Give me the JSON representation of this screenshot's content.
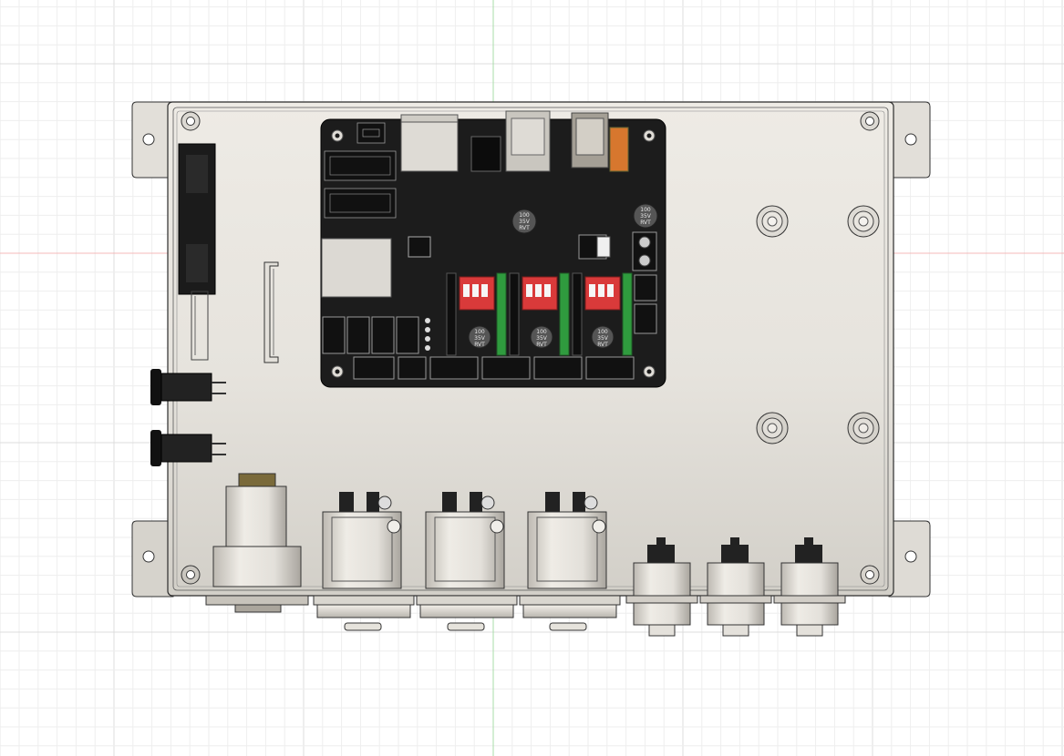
{
  "viewport": {
    "background": "#ffffff",
    "grid_minor_color": "#eeeeee",
    "grid_major_color": "#dcdcdc",
    "axis_x_color": "#f4b8b8",
    "axis_y_color": "#a9dca9"
  },
  "model": {
    "enclosure_color": "#e7e4de",
    "board_color": "#1c1c1c",
    "dip_switch_color": "#d93a3a",
    "terminal_color": "#2f9b3e",
    "capacitors": [
      {
        "label_line1": "100",
        "label_line2": "35V",
        "label_line3": "RVT"
      },
      {
        "label_line1": "100",
        "label_line2": "35V",
        "label_line3": "RVT"
      },
      {
        "label_line1": "100",
        "label_line2": "35V",
        "label_line3": "RVT"
      },
      {
        "label_line1": "100",
        "label_line2": "35V",
        "label_line3": "RVT"
      },
      {
        "label_line1": "100",
        "label_line2": "35V",
        "label_line3": "RVT"
      }
    ]
  }
}
